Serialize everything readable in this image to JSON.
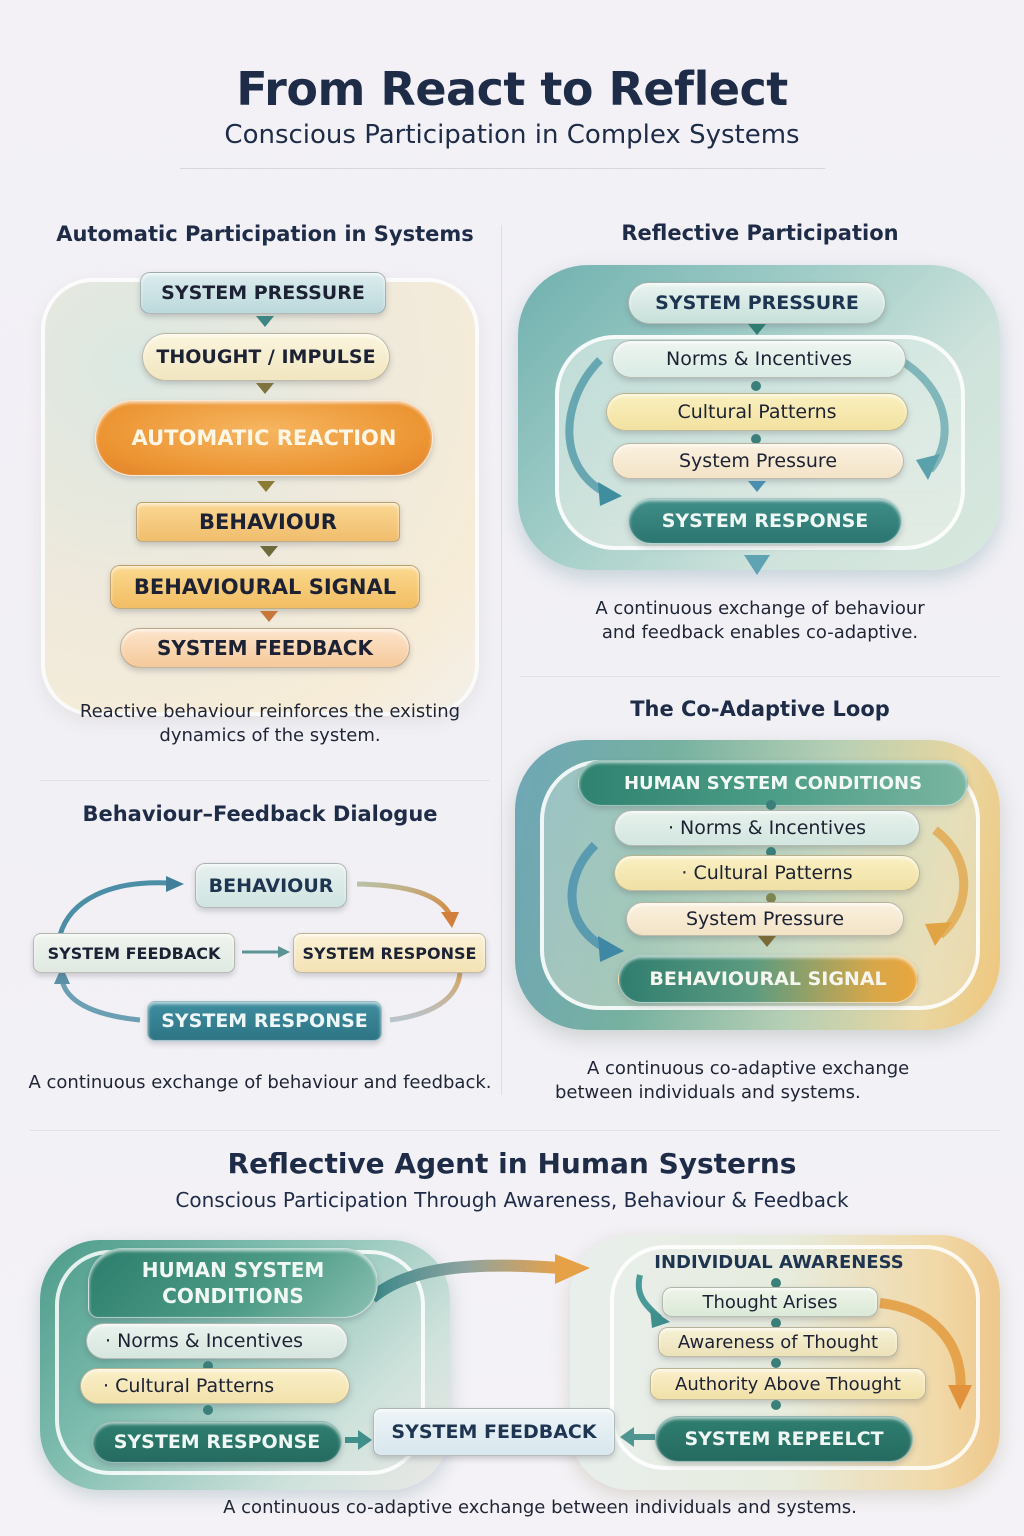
{
  "header": {
    "title": "From React to Reflect",
    "subtitle": "Conscious Participation in Complex Systems"
  },
  "automatic": {
    "title": "Automatic Participation in Systems",
    "steps": [
      "SYSTEM PRESSURE",
      "THOUGHT / IMPULSE",
      "AUTOMATIC REACTION",
      "BEHAVIOUR",
      "BEHAVIOURAL SIGNAL",
      "SYSTEM FEEDBACK"
    ],
    "caption_line1": "Reactive behaviour reinforces the existing",
    "caption_line2": "dynamics of the system."
  },
  "reflective": {
    "title": "Reflective Participation",
    "steps": [
      "SYSTEM PRESSURE",
      "Norms & Incentives",
      "Cultural Patterns",
      "System Pressure",
      "SYSTEM RESPONSE"
    ],
    "caption_line1": "A continuous exchange of behaviour",
    "caption_line2": "and feedback enables co-adaptive."
  },
  "dialogue": {
    "title": "Behaviour–Feedback Dialogue",
    "nodes": {
      "top": "BEHAVIOUR",
      "left": "SYSTEM FEEDBACK",
      "right": "SYSTEM RESPONSE",
      "bottom": "SYSTEM RESPONSE"
    },
    "caption": "A continuous exchange of behaviour and feedback."
  },
  "coadaptive": {
    "title": "The Co-Adaptive Loop",
    "steps": [
      "HUMAN SYSTEM CONDITIONS",
      "·  Norms & Incentives",
      "·  Cultural Patterns",
      "System Pressure",
      "BEHAVIOURAL SIGNAL"
    ],
    "caption_line1": "A continuous co-adaptive exchange",
    "caption_line2": "between individuals and systems."
  },
  "agent": {
    "title": "Reflective Agent in Human Systerns",
    "subtitle": "Conscious Participation Through Awareness, Behaviour & Feedback",
    "left": {
      "header_line1": "HUMAN SYSTEM",
      "header_line2": "CONDITIONS",
      "items": [
        "·  Norms & Incentives",
        "·  Cultural Patterns"
      ],
      "response": "SYSTEM RESPONSE"
    },
    "center": "SYSTEM FEEDBACK",
    "right": {
      "header": "INDIVIDUAL AWARENESS",
      "items": [
        "Thought Arises",
        "Awareness of Thought",
        "Authority Above Thought"
      ],
      "reflect": "SYSTEM REPEELCT"
    },
    "caption": "A continuous co-adaptive exchange between individuals and systems."
  },
  "colors": {
    "navy_text": "#1e2c48",
    "teal": "#2f7d78",
    "orange": "#ec9a3a",
    "cream": "#f7e6b0",
    "light_teal": "#d6e9e6"
  }
}
